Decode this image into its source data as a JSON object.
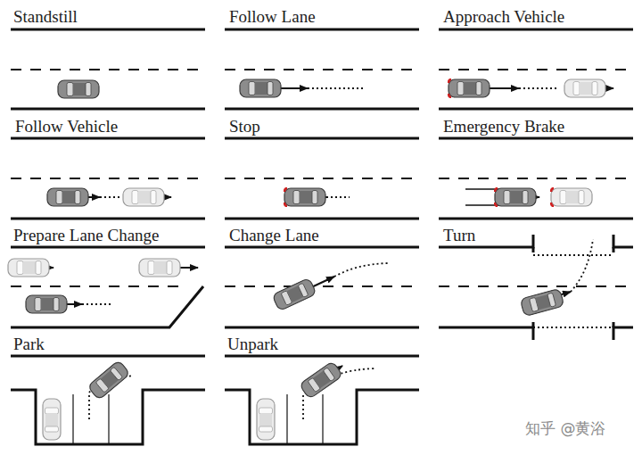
{
  "diagram": {
    "labels": [
      "Standstill",
      "Follow Lane",
      "Approach Vehicle",
      "Follow Vehicle",
      "Stop",
      "Emergency Brake",
      "Prepare Lane Change",
      "Change Lane",
      "Turn",
      "Park",
      "Unpark",
      "知乎 @黄浴"
    ]
  }
}
